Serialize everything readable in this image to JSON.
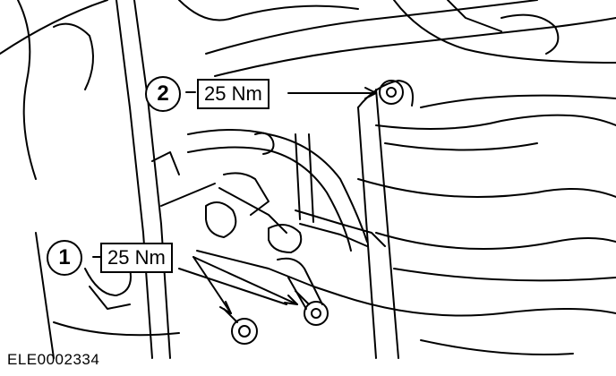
{
  "callouts": [
    {
      "number": "1",
      "torque": "25 Nm"
    },
    {
      "number": "2",
      "torque": "25 Nm"
    }
  ],
  "caption": "ELE0002334",
  "colors": {
    "line": "#000000",
    "background": "#ffffff"
  }
}
